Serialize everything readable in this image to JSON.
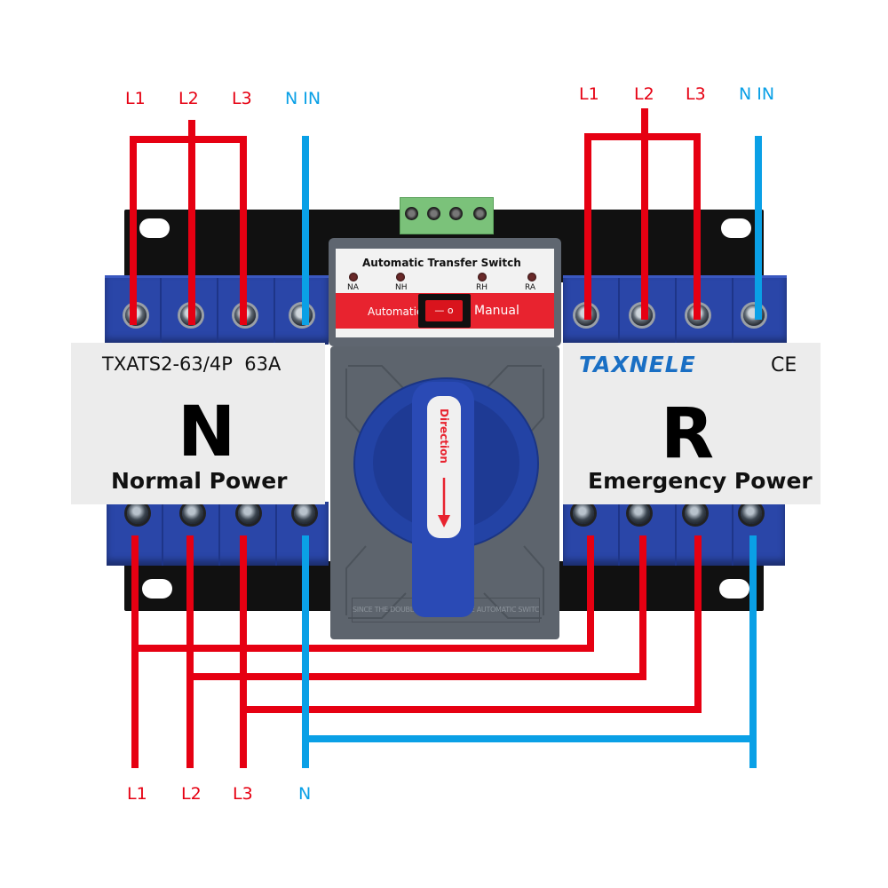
{
  "top_left_labels": {
    "l1": "L1",
    "l2": "L2",
    "l3": "L3",
    "n_in": "N IN"
  },
  "top_right_labels": {
    "l1": "L1",
    "l2": "L2",
    "l3": "L3",
    "n_in": "N IN"
  },
  "bottom_labels": {
    "l1": "L1",
    "l2": "L2",
    "l3": "L3",
    "n": "N"
  },
  "normal_label": {
    "model": "TXATS2-63/4P",
    "rating": "63A",
    "letter": "N",
    "power": "Normal Power"
  },
  "emergency_label": {
    "brand": "TAXNELE",
    "cert": "CE",
    "letter": "R",
    "power": "Emergency Power"
  },
  "controller": {
    "title": "Automatic Transfer Switch",
    "leds": [
      "NA",
      "NH",
      "RH",
      "RA"
    ],
    "mode_left": "Automatic",
    "mode_right": "Manual",
    "rocker_symbol": "— o",
    "handle_text": "Direction",
    "engraving": "SINCE THE DOUBLE POWER SOURCE AUTOMATIC SWITCH"
  },
  "colors": {
    "phase_wire": "#e60012",
    "neutral_wire": "#0aa0e6",
    "terminal_blue": "#2a46a8",
    "handle_blue": "#2343a5",
    "brand_blue": "#1a6fc4",
    "control_red": "#e8232f"
  },
  "icons": {
    "rocker": "rocker-switch-icon",
    "arrow": "arrow-down-icon",
    "ce": "ce-mark-icon",
    "led": "indicator-led-icon",
    "screw": "terminal-screw-icon"
  }
}
